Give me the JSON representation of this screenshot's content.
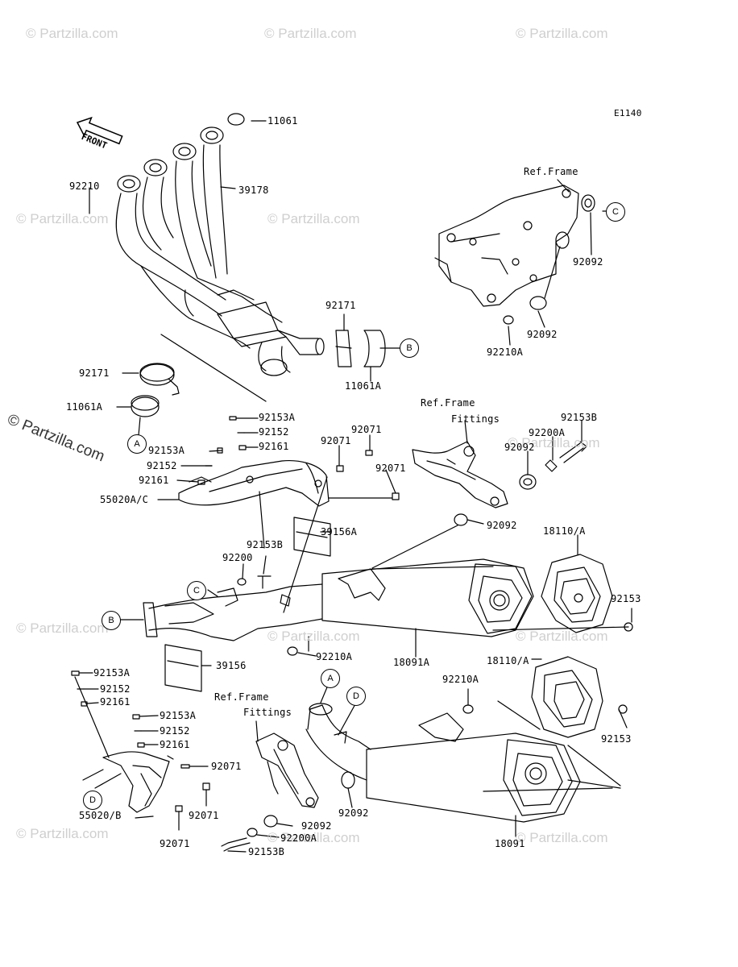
{
  "diagram_code": "E1140",
  "front_label": "FRONT",
  "watermark": "© Partzilla.com",
  "watermark_strong": "© Partzilla.com",
  "ref_labels": {
    "ref_frame_top": "Ref.Frame",
    "ref_frame_mid": "Ref.Frame",
    "fittings_mid": "Fittings",
    "ref_frame_bot": "Ref.Frame",
    "fittings_bot": "Fittings"
  },
  "callouts": {
    "A": "A",
    "B": "B",
    "C": "C",
    "D": "D"
  },
  "parts": {
    "p11061": "11061",
    "p92210": "92210",
    "p39178": "39178",
    "p92092_c": "92092",
    "p92092_b": "92092",
    "p92210A_top": "92210A",
    "p92171_a": "92171",
    "p11061A_a": "11061A",
    "p92171_b": "92171",
    "p11061A_b": "11061A",
    "p92153A_a": "92153A",
    "p92152_a": "92152",
    "p92161_a": "92161",
    "p92071_a": "92071",
    "p92071_b": "92071",
    "p92071_c": "92071",
    "p92153A_b": "92153A",
    "p92152_b": "92152",
    "p92161_b": "92161",
    "p55020AC": "55020A/C",
    "p39156A": "39156A",
    "p92153B_top": "92153B",
    "p92200A_top": "92200A",
    "p92092_top": "92092",
    "p92092_mid": "92092",
    "p18110A_top": "18110/A",
    "p92153B_mid": "92153B",
    "p92200": "92200",
    "p92153_a": "92153",
    "p92210A_mid": "92210A",
    "p18091A": "18091A",
    "p39156": "39156",
    "p18110A_bot": "18110/A",
    "p92153A_c": "92153A",
    "p92152_c": "92152",
    "p92161_c": "92161",
    "p92153A_d": "92153A",
    "p92152_d": "92152",
    "p92161_d": "92161",
    "p92071_d": "92071",
    "p92210A_bot": "92210A",
    "p92153_b": "92153",
    "p92071_e": "92071",
    "p55020B": "55020/B",
    "p92071_f": "92071",
    "p92092_bot1": "92092",
    "p92092_bot2": "92092",
    "p92200A_bot": "92200A",
    "p92153B_bot": "92153B",
    "p18091": "18091"
  }
}
